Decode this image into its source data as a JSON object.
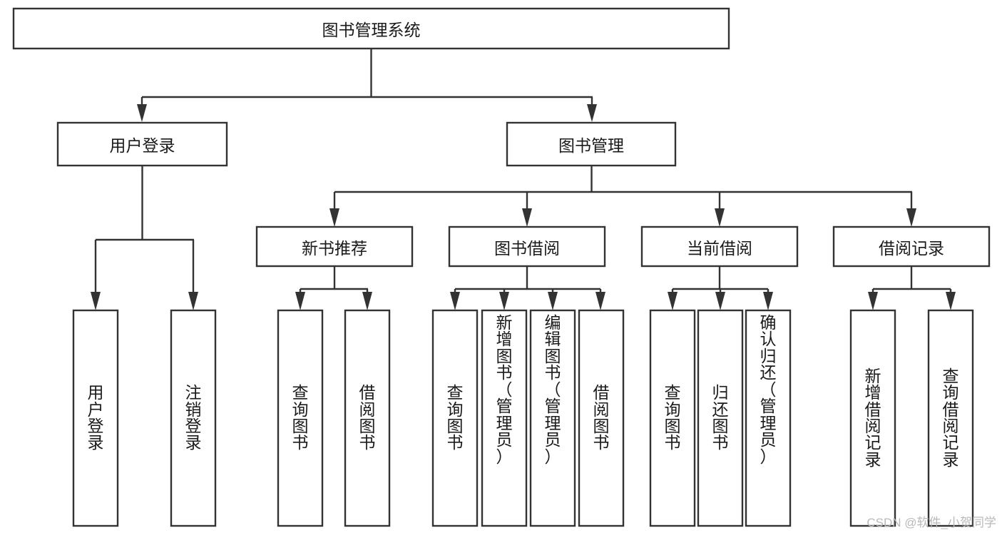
{
  "diagram": {
    "title": "图书管理系统",
    "type": "tree-hierarchy-diagram",
    "orientation": "top-down",
    "colors": {
      "box_stroke": "#333333",
      "box_fill": "#ffffff",
      "connector": "#333333",
      "text": "#1a1a1a",
      "background": "#ffffff",
      "watermark": "#b9b9b9"
    },
    "root": {
      "label": "图书管理系统",
      "orientation": "horizontal"
    },
    "level2": [
      {
        "label": "用户登录",
        "orientation": "horizontal"
      },
      {
        "label": "图书管理",
        "orientation": "horizontal"
      }
    ],
    "level3": [
      {
        "label": "新书推荐",
        "orientation": "horizontal"
      },
      {
        "label": "图书借阅",
        "orientation": "horizontal"
      },
      {
        "label": "当前借阅",
        "orientation": "horizontal"
      },
      {
        "label": "借阅记录",
        "orientation": "horizontal"
      }
    ],
    "leaves": {
      "user_login": [
        {
          "label": "用户登录",
          "orientation": "vertical",
          "lines": [
            "用",
            "户",
            "登",
            "录"
          ]
        },
        {
          "label": "注销登录",
          "orientation": "vertical",
          "lines": [
            "注",
            "销",
            "登",
            "录"
          ]
        }
      ],
      "new_book_recommend": [
        {
          "label": "查询图书",
          "orientation": "vertical",
          "lines": [
            "查",
            "询",
            "图",
            "书"
          ]
        },
        {
          "label": "借阅图书",
          "orientation": "vertical",
          "lines": [
            "借",
            "阅",
            "图",
            "书"
          ]
        }
      ],
      "book_borrow": [
        {
          "label": "查询图书",
          "orientation": "vertical",
          "lines": [
            "查",
            "询",
            "图",
            "书"
          ]
        },
        {
          "label": "新增图书（管理员）",
          "orientation": "vertical",
          "lines": [
            "新",
            "增",
            "图",
            "书",
            "（",
            "管",
            "理",
            "员",
            "）"
          ]
        },
        {
          "label": "编辑图书（管理员）",
          "orientation": "vertical",
          "lines": [
            "编",
            "辑",
            "图",
            "书",
            "（",
            "管",
            "理",
            "员",
            "）"
          ]
        },
        {
          "label": "借阅图书",
          "orientation": "vertical",
          "lines": [
            "借",
            "阅",
            "图",
            "书"
          ]
        }
      ],
      "current_borrow": [
        {
          "label": "查询图书",
          "orientation": "vertical",
          "lines": [
            "查",
            "询",
            "图",
            "书"
          ]
        },
        {
          "label": "归还图书",
          "orientation": "vertical",
          "lines": [
            "归",
            "还",
            "图",
            "书"
          ]
        },
        {
          "label": "确认归还（管理员）",
          "orientation": "vertical",
          "lines": [
            "确",
            "认",
            "归",
            "还",
            "（",
            "管",
            "理",
            "员",
            "）"
          ]
        }
      ],
      "borrow_record": [
        {
          "label": "新增借阅记录",
          "orientation": "vertical",
          "lines": [
            "新",
            "增",
            "借",
            "阅",
            "记",
            "录"
          ]
        },
        {
          "label": "查询借阅记录",
          "orientation": "vertical",
          "lines": [
            "查",
            "询",
            "借",
            "阅",
            "记",
            "录"
          ]
        }
      ]
    }
  },
  "watermark": {
    "text": "CSDN @软件_小贺同学"
  }
}
